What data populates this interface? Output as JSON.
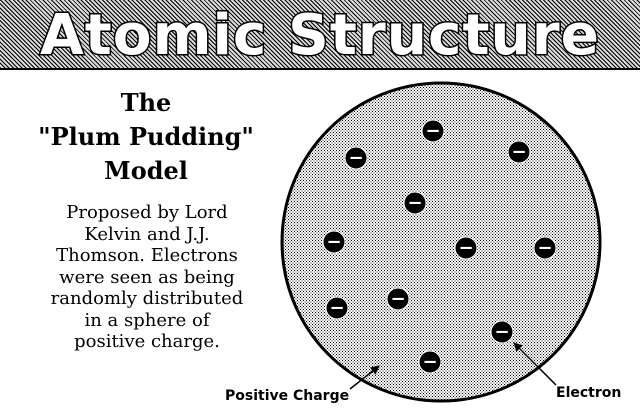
{
  "banner": {
    "title": "Atomic Structure"
  },
  "heading": {
    "line1": "The",
    "line2": "\"Plum Pudding\"",
    "line3": "Model"
  },
  "description": {
    "lines": [
      "Proposed by Lord",
      "Kelvin and J.J.",
      "Thomson.  Electrons",
      "were seen as being",
      "randomly distributed",
      "in a sphere of",
      "positive charge."
    ]
  },
  "diagram": {
    "electron_symbol": "−",
    "labels": {
      "positive_charge": "Positive Charge",
      "electron": "Electron"
    }
  },
  "colors": {
    "sphere_fill": "#b3b3b3",
    "electron_fill": "#000000",
    "outline": "#000000"
  }
}
